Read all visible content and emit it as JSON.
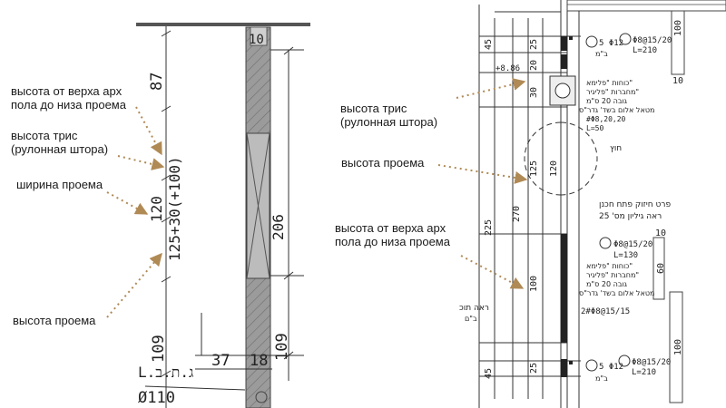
{
  "left_panel": {
    "annotations": {
      "a1_line1": "высота от верха арх",
      "a1_line2": "пола до низа проема",
      "a2_line1": "высота трис",
      "a2_line2": "(рулонная штора)",
      "a3": "ширина проема",
      "a4": "высота проема"
    },
    "dims": {
      "d87": "87",
      "d120": "120",
      "d_expr": "125+30(+100)",
      "d206": "206",
      "d10": "10",
      "d109_left": "109",
      "d109_right": "109",
      "d37": "37",
      "d18": "18",
      "level_tag": "L.ג.ת.ב",
      "diameter": "Ø110"
    }
  },
  "right_panel": {
    "annotations": {
      "b1_line1": "высота трис",
      "b1_line2": "(рулонная штора)",
      "b2": "высота проема",
      "b3_line1": "высота от верха арх",
      "b3_line2": "пола до низа проема"
    },
    "dims": {
      "r45_top": "45",
      "r25_top": "25",
      "r20": "20",
      "r30": "30",
      "r125": "125",
      "r120": "120",
      "r270": "270",
      "r225": "225",
      "r100": "100",
      "r25_bot": "25",
      "r45_bot": "45",
      "r100_top_right": "100",
      "r10_top_right": "10",
      "r60": "60",
      "r10_mid": "10",
      "r100_bot_right": "100",
      "r8_86": "+8.86"
    },
    "notes": {
      "rebar_top_a": "5 Φ12",
      "rebar_top_b": "Φ8@15/20",
      "rebar_top_c": "L=210",
      "rebar_top_d": "ב\"מ",
      "note1_l1": "כוחות \"פלימא\"",
      "note1_l2": "מחברות \"פליגיר\"",
      "note1_l3": "גובה 20 ס\"מ",
      "note1_l4": "מטאל אלום בשד' גדר\"ס",
      "note1_l5": "#Φ8,20,20",
      "note1_l6": "L=50",
      "hutz": "חוץ",
      "frame_l1": "פרט חיזוק פתח חכנן",
      "frame_l2": "ראה גיליון מס' 25",
      "rebar_mid_a": "Φ8@15/20",
      "rebar_mid_b": "L=130",
      "note2_l1": "כוחות \"פלימא\"",
      "note2_l2": "מחברות \"פליגיר\"",
      "note2_l3": "גובה 20 ס\"מ",
      "note2_l4": "מטאל אלום בשד' גדר\"ס",
      "rebar_low": "2#Φ8@15/15",
      "see_floor": "ראה תוכ",
      "see_floor2": "ב\"ם",
      "rebar_bot_a": "5 Φ12",
      "rebar_bot_b": "Φ8@15/20",
      "rebar_bot_c": "L=210",
      "rebar_bot_d": "ב\"מ"
    }
  }
}
